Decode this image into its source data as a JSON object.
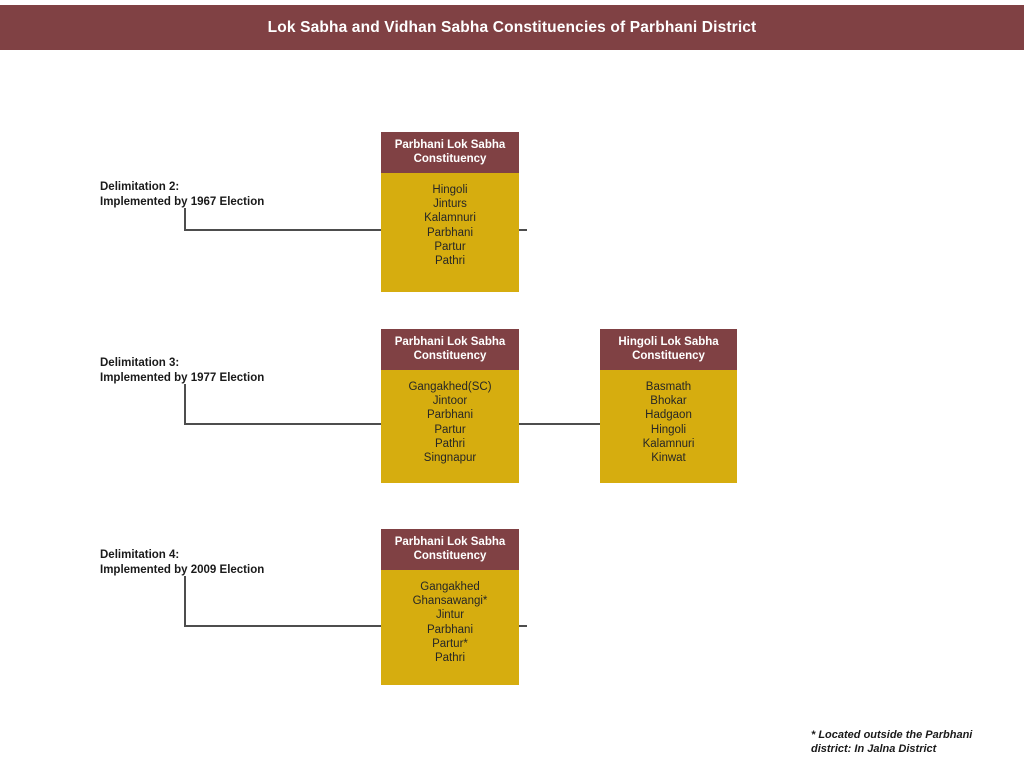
{
  "header": {
    "title": "Lok Sabha and Vidhan Sabha Constituencies of Parbhani District",
    "background_color": "#804144",
    "text_color": "#ffffff"
  },
  "theme": {
    "box_header_color": "#804144",
    "box_body_color": "#d6ad0f",
    "box_header_text_color": "#ffffff",
    "box_body_text_color": "#262626",
    "connector_color": "#4d4d4d",
    "page_background": "#ffffff"
  },
  "rows": [
    {
      "label_line1": "Delimitation 2:",
      "label_line2": "Implemented by 1967 Election",
      "boxes": [
        {
          "title_line1": "Parbhani Lok Sabha",
          "title_line2": "Constituency",
          "items": [
            "Hingoli",
            "Jinturs",
            "Kalamnuri",
            "Parbhani",
            "Partur",
            "Pathri"
          ]
        }
      ]
    },
    {
      "label_line1": "Delimitation 3:",
      "label_line2": "Implemented by 1977 Election",
      "boxes": [
        {
          "title_line1": "Parbhani Lok Sabha",
          "title_line2": "Constituency",
          "items": [
            "Gangakhed(SC)",
            "Jintoor",
            "Parbhani",
            "Partur",
            "Pathri",
            "Singnapur"
          ]
        },
        {
          "title_line1": "Hingoli Lok Sabha",
          "title_line2": "Constituency",
          "items": [
            "Basmath",
            "Bhokar",
            "Hadgaon",
            "Hingoli",
            "Kalamnuri",
            "Kinwat"
          ]
        }
      ]
    },
    {
      "label_line1": "Delimitation 4:",
      "label_line2": "Implemented by 2009 Election",
      "boxes": [
        {
          "title_line1": "Parbhani Lok Sabha",
          "title_line2": "Constituency",
          "items": [
            "Gangakhed",
            "Ghansawangi*",
            "Jintur",
            "Parbhani",
            "Partur*",
            "Pathri"
          ]
        }
      ]
    }
  ],
  "footnote": {
    "line1": "* Located outside the Parbhani",
    "line2": "district: In Jalna District"
  }
}
